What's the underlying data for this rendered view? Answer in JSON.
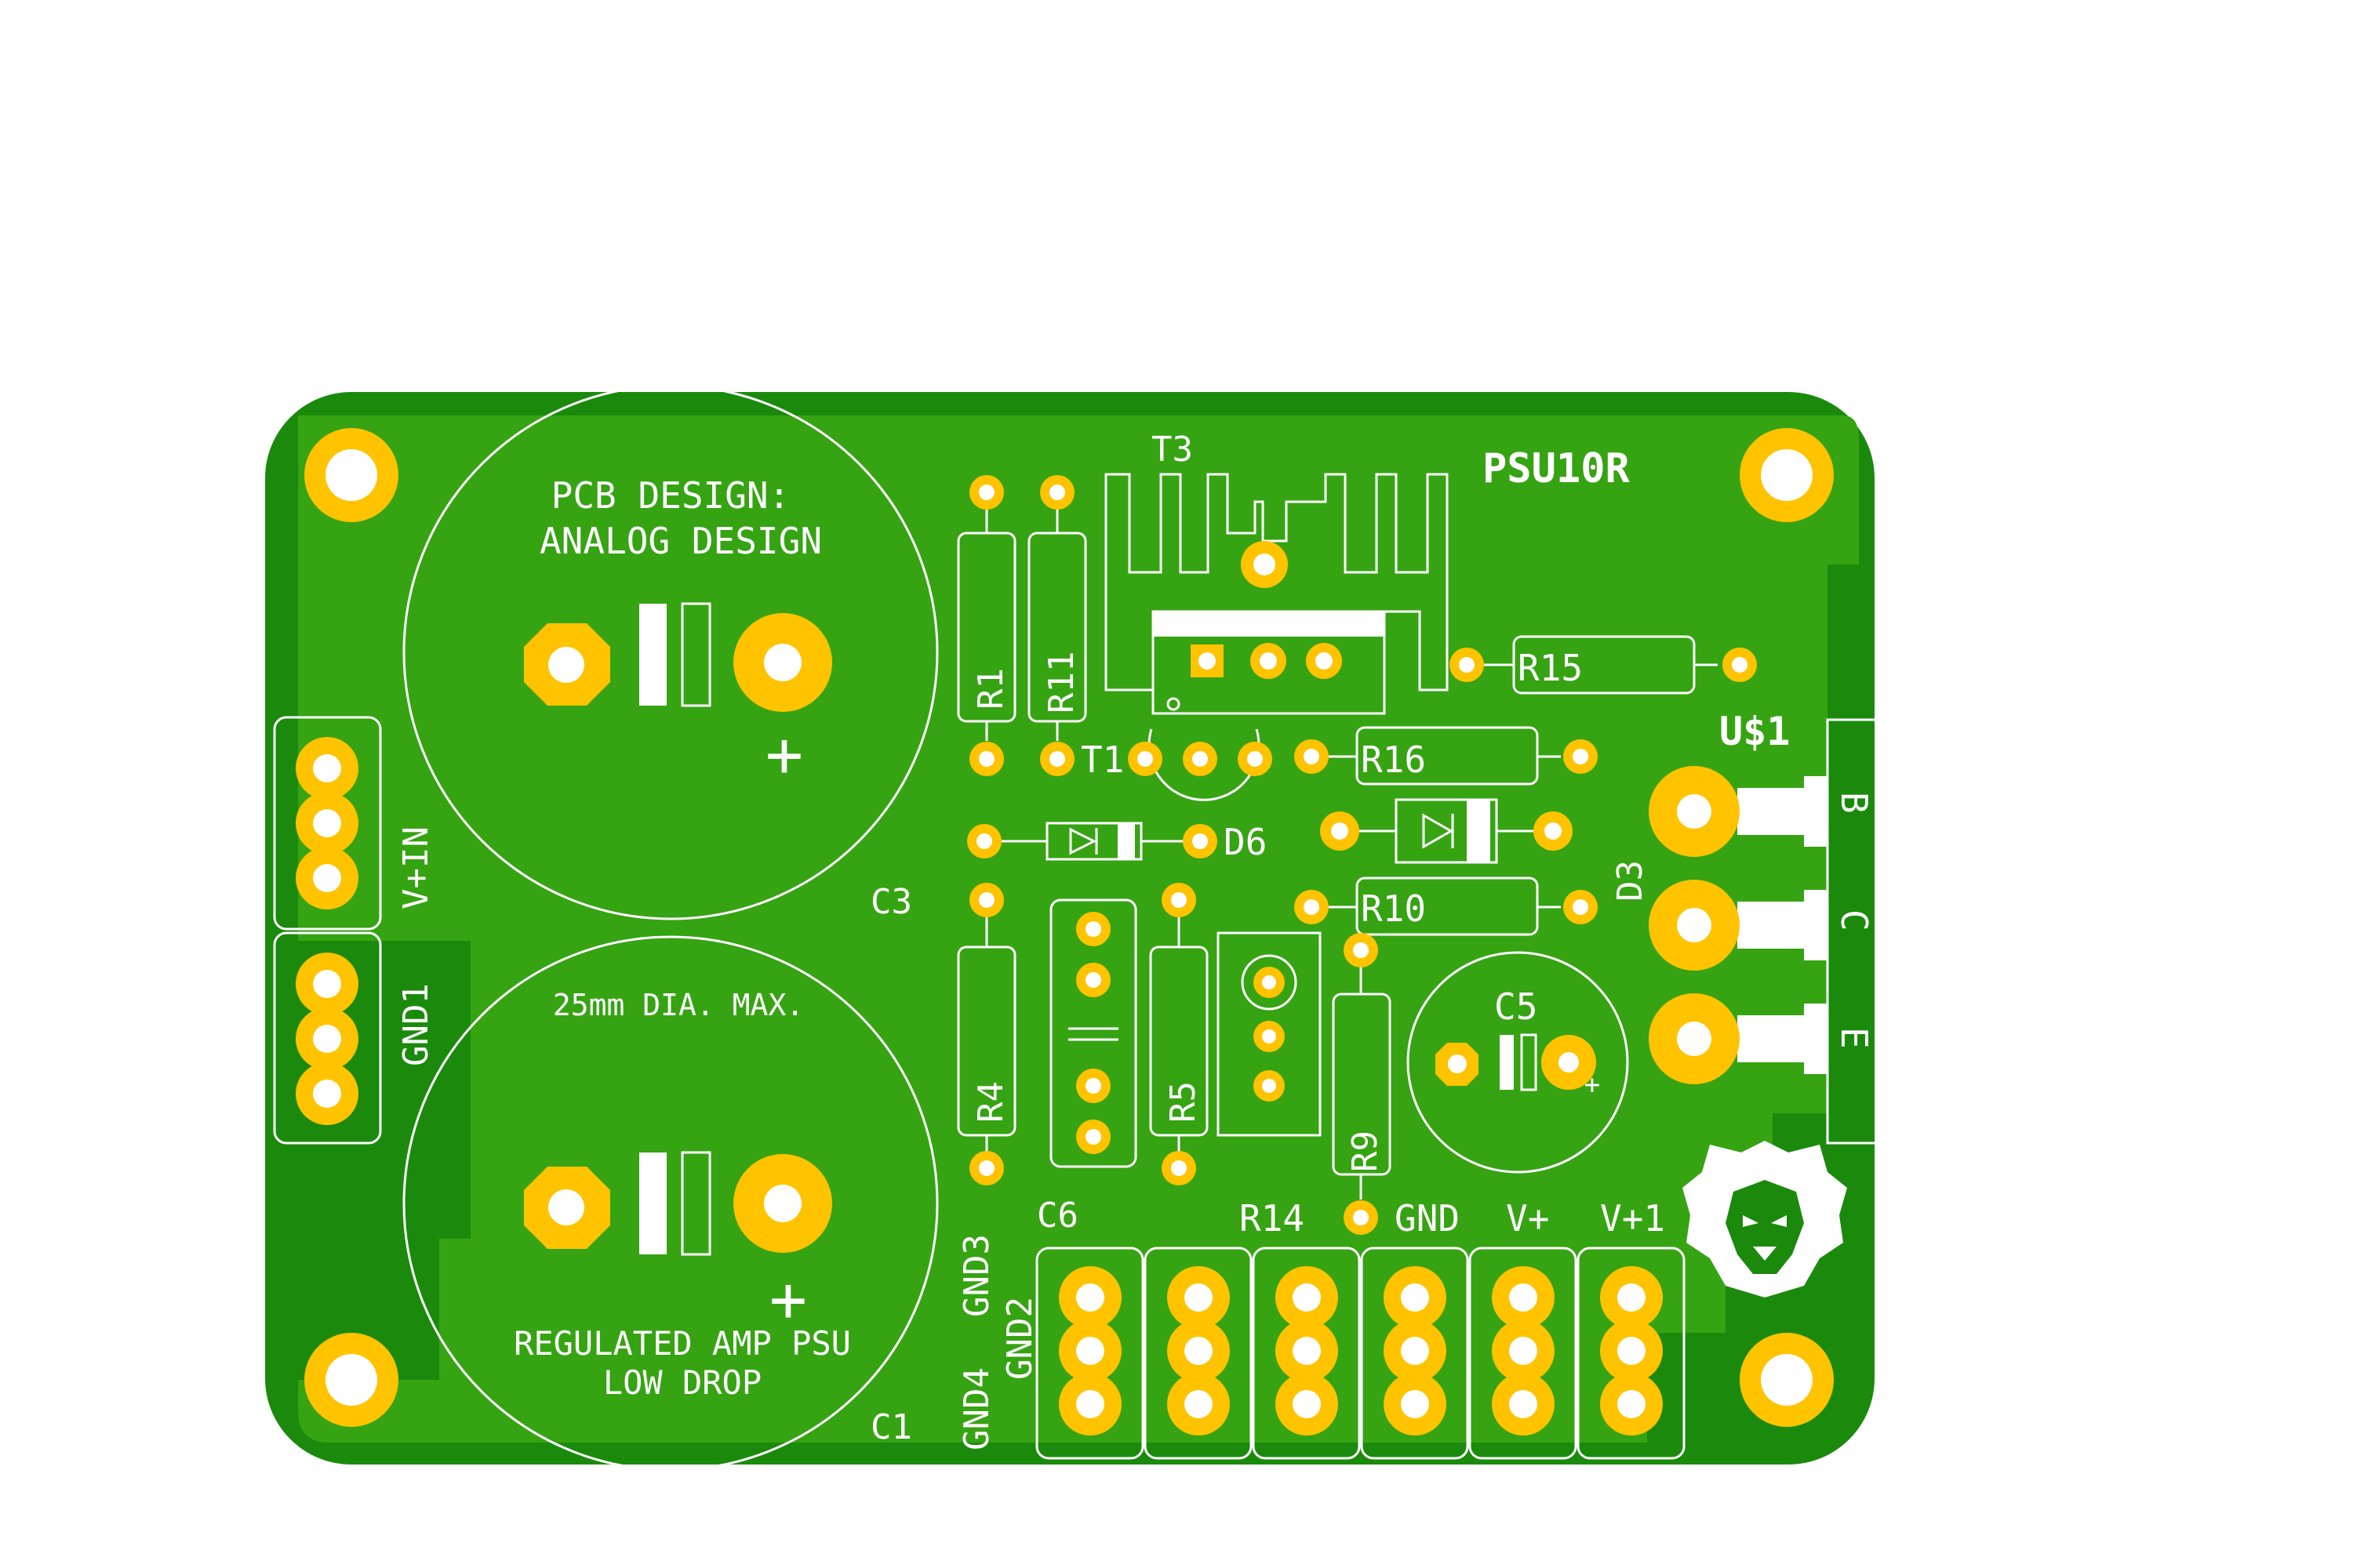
{
  "colors": {
    "background": "#ffffff",
    "board_green": "#1b8a0c",
    "copper_fill": "#36a313",
    "pad_gold": "#ffc300",
    "silkscreen": "#ffffff"
  },
  "labels": {
    "board_name": "PSU10R",
    "credit_line1": "PCB DESIGN:",
    "credit_line2": "ANALOG DESIGN",
    "cap_note": "25mm DIA. MAX.",
    "footer_line1": "REGULATED AMP PSU",
    "footer_line2": "LOW DROP",
    "logo": "lion-logo"
  },
  "refdes": {
    "t3": "T3",
    "r1": "R1",
    "r11": "R11",
    "r15": "R15",
    "r16": "R16",
    "t1": "T1",
    "d6": "D6",
    "d3": "D3",
    "r10": "R10",
    "u1": "U$1",
    "c3": "C3",
    "c1": "C1",
    "c5": "C5",
    "c6": "C6",
    "r4": "R4",
    "r5": "R5",
    "r9": "R9",
    "r14": "R14",
    "vin": "V+IN",
    "gnd1": "GND1",
    "gnd4": "GND4",
    "gnd3": "GND3",
    "gnd2": "GND2",
    "gnd": "GND",
    "vplus": "V+",
    "vplus1": "V+1",
    "pin_b": "B",
    "pin_c": "C",
    "pin_e": "E",
    "plus_c3": "+",
    "plus_c1": "+",
    "plus_c5": "+"
  }
}
